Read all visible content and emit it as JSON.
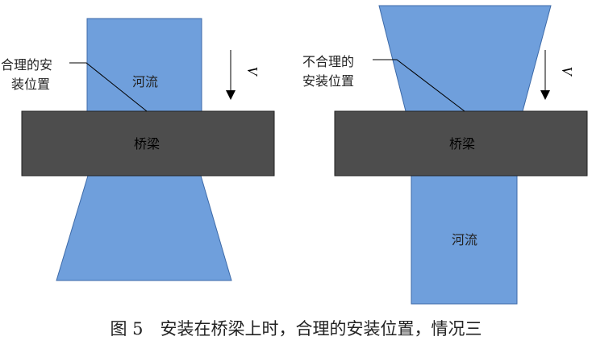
{
  "colors": {
    "river": "#6f9fdc",
    "bridge": "#4d4d4d",
    "line": "#000000"
  },
  "left": {
    "river_label": "河流",
    "bridge_label": "桥梁",
    "position_label_line1": "合理的安",
    "position_label_line2": "装位置",
    "flow_symbol": "V"
  },
  "right": {
    "river_label": "河流",
    "bridge_label": "桥梁",
    "position_label_line1": "不合理的",
    "position_label_line2": "安装位置",
    "flow_symbol": "V"
  },
  "caption": "图 5　安装在桥梁上时，合理的安装位置，情况三"
}
